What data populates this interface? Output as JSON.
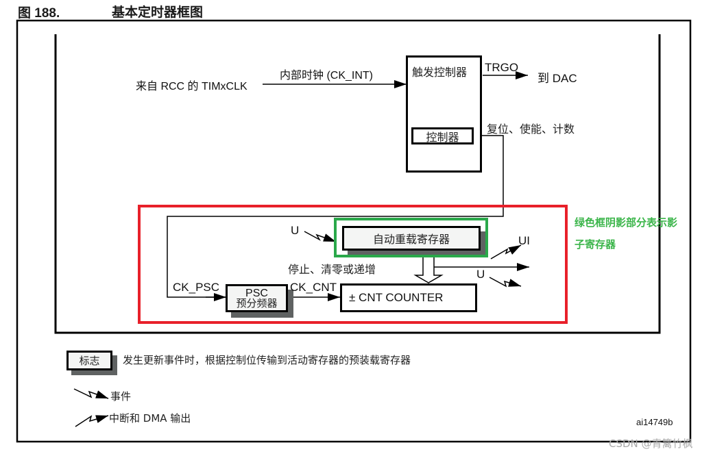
{
  "figure": {
    "number": "图 188.",
    "title": "基本定时器框图",
    "id_label": "ai14749b",
    "watermark": "CSDN @青篱竹枫"
  },
  "input": {
    "source_label": "来自 RCC 的 TIMxCLK",
    "clock_label": "内部时钟 (CK_INT)"
  },
  "trigger_controller": {
    "title": "触发控制器",
    "inner_box": "控制器",
    "trgo_label": "TRGO",
    "trgo_target": "到 DAC",
    "control_label": "复位、使能、计数"
  },
  "timebase": {
    "auto_reload": "自动重载寄存器",
    "u_event_in": "U",
    "stop_clear_label": "停止、清零或递增",
    "ck_psc": "CK_PSC",
    "psc_line1": "PSC",
    "psc_line2": "预分频器",
    "ck_cnt": "CK_CNT",
    "counter": "± CNT COUNTER",
    "ui_output": "UI",
    "u_output": "U"
  },
  "annotation": {
    "note_line1": "绿色框阴影部分表示影",
    "note_line2": "子寄存器",
    "highlight_red": "#e8202a",
    "highlight_green": "#2aa84a"
  },
  "legend": {
    "flag_box": "标志",
    "flag_desc": "发生更新事件时，根据控制位传输到活动寄存器的预装载寄存器",
    "event": "事件",
    "interrupt_dma": "中断和 DMA 输出"
  }
}
